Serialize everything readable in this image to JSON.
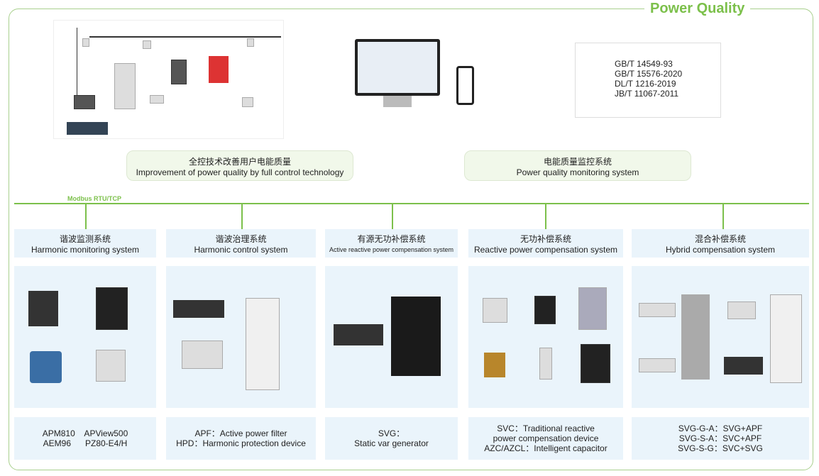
{
  "title": "Power Quality",
  "standards": [
    "GB/T 14549-93",
    "GB/T 15576-2020",
    "DL/T 1216-2019",
    "JB/T 11067-2011"
  ],
  "top_boxes": [
    {
      "cn": "全控技术改善用户电能质量",
      "en": "Improvement of power quality by full control technology"
    },
    {
      "cn": "电能质量监控系统",
      "en": "Power quality monitoring system"
    }
  ],
  "bus_label": "Modbus RTU/TCP",
  "systems": [
    {
      "cn": "谐波监测系统",
      "en": "Harmonic monitoring system",
      "desc": [
        "APM810    APView500",
        "AEM96      PZ80-E4/H"
      ]
    },
    {
      "cn": "谐波治理系统",
      "en": "Harmonic control system",
      "desc": [
        "APF：Active power filter",
        "HPD：Harmonic protection device"
      ]
    },
    {
      "cn": "有源无功补偿系统",
      "en": "Active reactive power compensation system",
      "desc": [
        "SVG：",
        "Static var generator"
      ]
    },
    {
      "cn": "无功补偿系统",
      "en": "Reactive power compensation system",
      "desc": [
        "SVC：Traditional reactive",
        "power compensation device",
        "AZC/AZCL：Intelligent capacitor"
      ]
    },
    {
      "cn": "混合补偿系统",
      "en": "Hybrid compensation system",
      "desc": [
        "SVG-G-A：SVG+APF",
        "SVG-S-A：SVC+APF",
        "SVG-S-G：SVC+SVG"
      ]
    }
  ],
  "colors": {
    "accent": "#7cc04b",
    "panel": "#eaf4fb"
  }
}
